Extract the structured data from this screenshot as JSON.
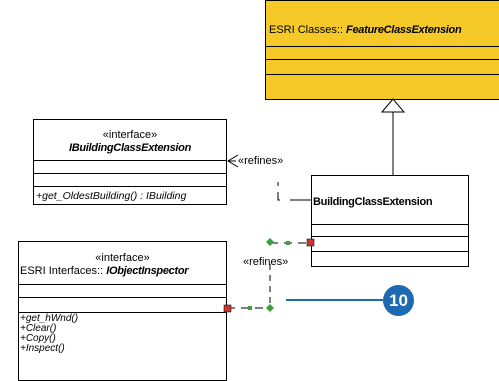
{
  "feature_class_ext": {
    "prefix": "ESRI Classes::",
    "name": "FeatureClassExtension"
  },
  "ibuilding": {
    "stereotype": "«interface»",
    "name": "IBuildingClassExtension",
    "method": "+get_OldestBuilding() : IBuilding"
  },
  "building_class_ext": {
    "name": "BuildingClassExtension"
  },
  "iobject_inspector": {
    "stereotype": "«interface»",
    "prefix": "ESRI Interfaces::",
    "name": "IObjectInspector",
    "methods": [
      "+get_hWnd()",
      "+Clear()",
      "+Copy()",
      "+Inspect()"
    ]
  },
  "relations": {
    "refines_top": "«refines»",
    "refines_bottom": "«refines»"
  },
  "callout": {
    "number": "10",
    "color": "#1d6ab1"
  },
  "colors": {
    "class_fill": "#f5c928",
    "connector_marker": "#c8372d",
    "link_marker": "#3aa03a"
  }
}
